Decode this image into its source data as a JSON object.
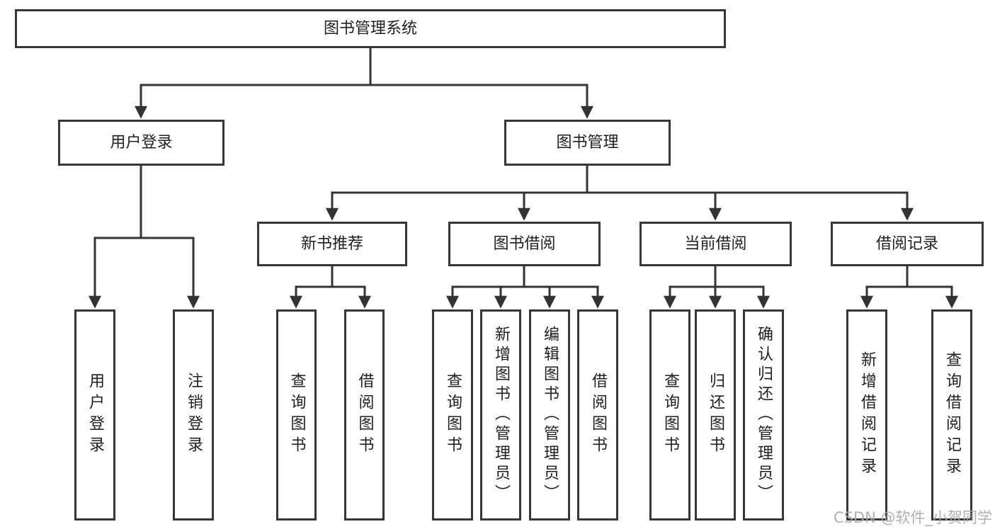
{
  "tree": {
    "root": "图书管理系统",
    "children": [
      {
        "label": "用户登录",
        "children": [
          "用户登录",
          "注销登录"
        ]
      },
      {
        "label": "图书管理",
        "children": [
          {
            "label": "新书推荐",
            "children": [
              "查询图书",
              "借阅图书"
            ]
          },
          {
            "label": "图书借阅",
            "children": [
              "查询图书",
              "新增图书（管理员）",
              "编辑图书（管理员）",
              "借阅图书"
            ]
          },
          {
            "label": "当前借阅",
            "children": [
              "查询图书",
              "归还图书",
              "确认归还（管理员）"
            ]
          },
          {
            "label": "借阅记录",
            "children": [
              "新增借阅记录",
              "查询借阅记录"
            ]
          }
        ]
      }
    ]
  },
  "watermark": {
    "text": "CSDN @软件_小贺同学"
  },
  "colors": {
    "line": "#333333",
    "box_border": "#373737",
    "text": "#1f1f1f",
    "watermark": "#a7a7a7",
    "background": "#ffffff"
  }
}
